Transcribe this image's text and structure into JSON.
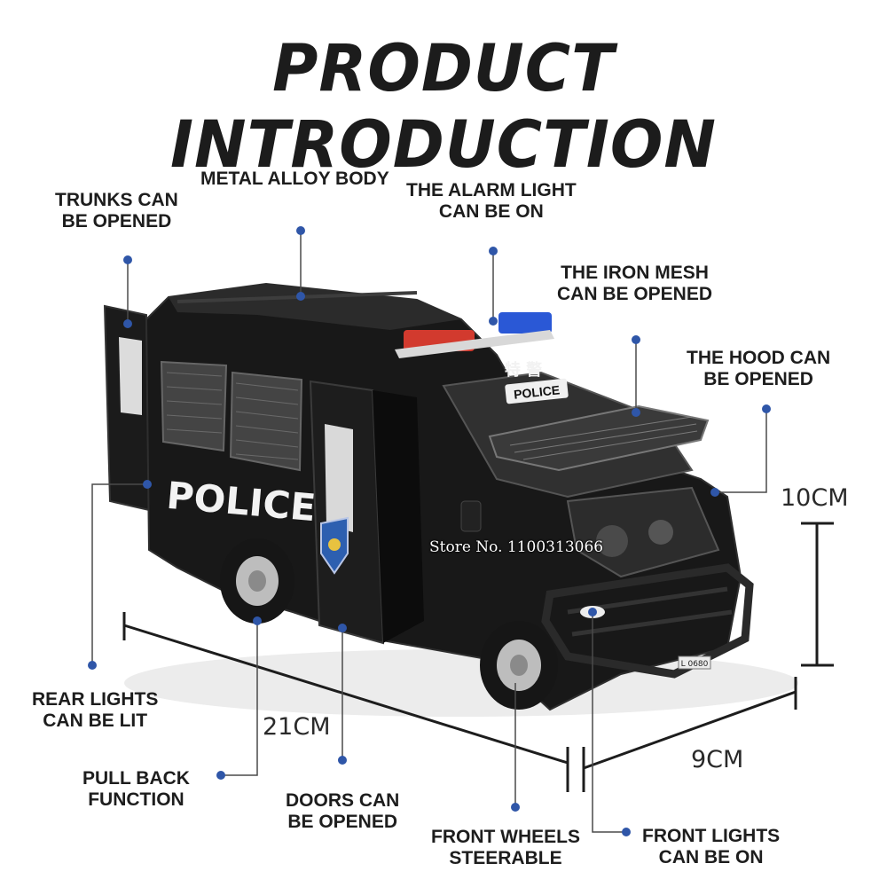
{
  "title": "PRODUCT INTRODUCTION",
  "features": {
    "trunks": [
      "TRUNKS CAN",
      "BE OPENED"
    ],
    "metal_body": [
      "METAL ALLOY BODY"
    ],
    "alarm_light": [
      "THE ALARM LIGHT",
      "CAN BE ON"
    ],
    "iron_mesh": [
      "THE IRON MESH",
      "CAN BE OPENED"
    ],
    "hood": [
      "THE HOOD CAN",
      "BE OPENED"
    ],
    "rear_lights": [
      "REAR LIGHTS",
      "CAN BE LIT"
    ],
    "pull_back": [
      "PULL BACK",
      "FUNCTION"
    ],
    "doors": [
      "DOORS CAN",
      "BE OPENED"
    ],
    "front_wheels": [
      "FRONT WHEELS",
      "STEERABLE"
    ],
    "front_lights": [
      "FRONT LIGHTS",
      "CAN BE ON"
    ]
  },
  "dimensions": {
    "height": "10CM",
    "length": "21CM",
    "width": "9CM"
  },
  "van_text": {
    "side_police": "POLICE",
    "front_police": "POLICE",
    "front_chars": "特 警",
    "plate": "L 0680"
  },
  "watermark": "Store No. 1100313066",
  "colors": {
    "body": "#1a1a1a",
    "dot": "#2f56a8",
    "leader": "#4a4a4a",
    "red_light": "#d23a2e",
    "blue_light": "#2a58d6"
  }
}
